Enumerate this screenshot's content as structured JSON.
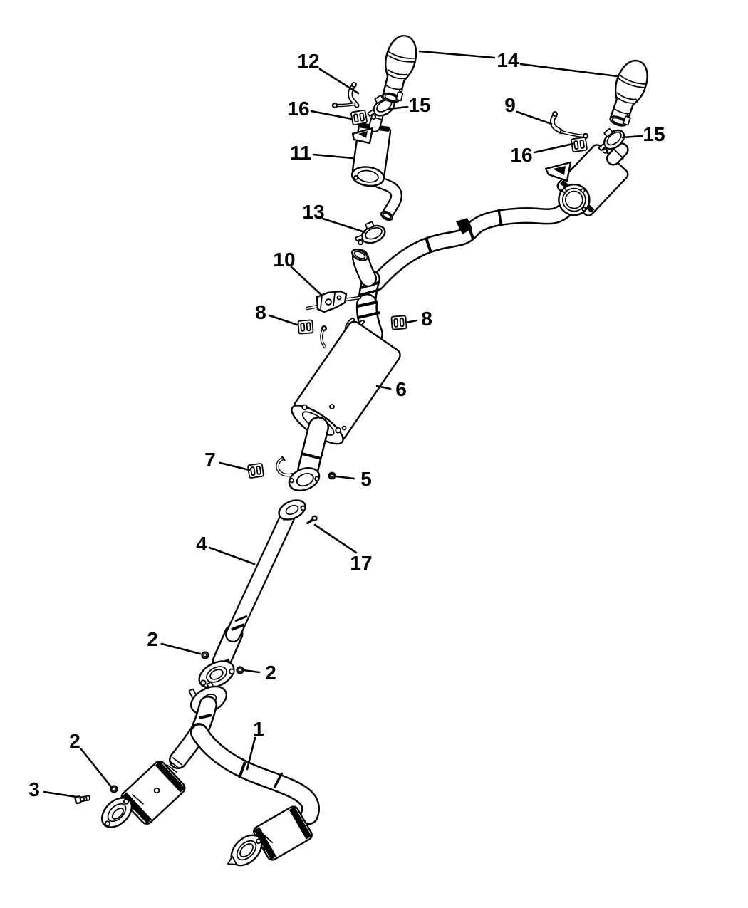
{
  "page": {
    "paper_color": "#ffffff",
    "ink_color": "#000000"
  },
  "diagram": {
    "kind": "exploded parts diagram",
    "subject": "dual exhaust system",
    "callout_count": 22
  },
  "callouts": [
    {
      "label": "12"
    },
    {
      "label": "16"
    },
    {
      "label": "15"
    },
    {
      "label": "14"
    },
    {
      "label": "9"
    },
    {
      "label": "15"
    },
    {
      "label": "16"
    },
    {
      "label": "11"
    },
    {
      "label": "13"
    },
    {
      "label": "10"
    },
    {
      "label": "8"
    },
    {
      "label": "8"
    },
    {
      "label": "6"
    },
    {
      "label": "7"
    },
    {
      "label": "5"
    },
    {
      "label": "4"
    },
    {
      "label": "17"
    },
    {
      "label": "2"
    },
    {
      "label": "2"
    },
    {
      "label": "1"
    },
    {
      "label": "2"
    },
    {
      "label": "3"
    }
  ]
}
